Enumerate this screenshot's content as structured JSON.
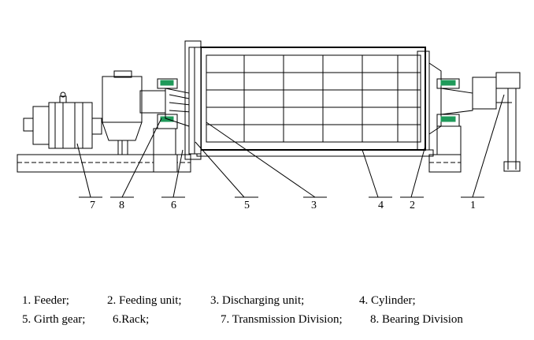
{
  "diagram": {
    "callouts": [
      "7",
      "8",
      "6",
      "5",
      "3",
      "4",
      "2",
      "1"
    ]
  },
  "legend": {
    "line1": [
      "1. Feeder;",
      "2. Feeding unit;",
      "3. Discharging unit;",
      "4. Cylinder;"
    ],
    "line2": [
      "5. Girth gear;",
      "6.Rack;",
      "7. Transmission Division;",
      "8. Bearing Division"
    ]
  },
  "colors": {
    "line": "#000000",
    "accent": "#1f9a5a",
    "background": "#ffffff"
  }
}
